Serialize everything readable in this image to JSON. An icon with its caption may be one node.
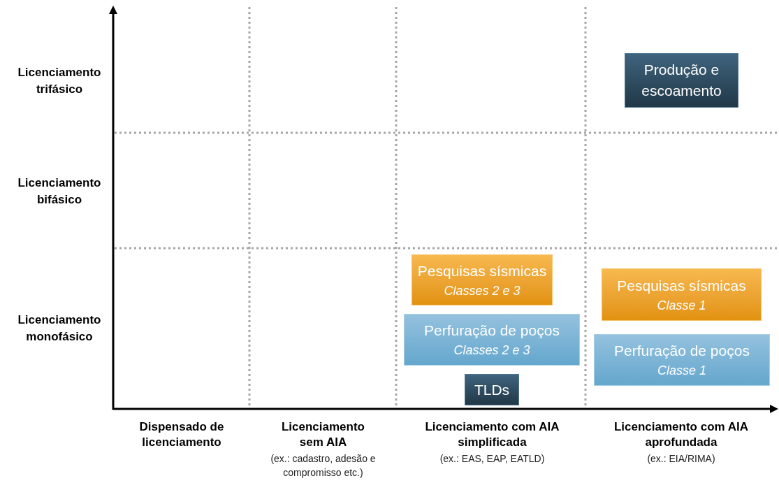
{
  "diagram": {
    "nodes": [
      {
        "text": [
          "Produção e escoamento"
        ]
      },
      {
        "text": [
          "Pesquisas sísmicas",
          "Classes 2 e 3"
        ]
      },
      {
        "text": [
          "Perfuração de poços",
          "Classes 2 e 3"
        ]
      },
      {
        "text": [
          "TLDs"
        ]
      },
      {
        "text": [
          "Pesquisas sísmicas",
          "Classe 1"
        ]
      },
      {
        "text": [
          "Perfuração de poços",
          "Classe 1"
        ]
      }
    ],
    "labels": [
      "Licenciamento trifásico",
      "Licenciamento bifásico",
      "Licenciamento monofásico",
      "Dispensado de licenciamento",
      "Licenciamento sem AIA",
      "(ex.: cadastro, adesão e compromisso etc.)",
      "Licenciamento com AIA simplificada",
      "(ex.: EAS, EAP, EATLD)",
      "Licenciamento com AIA aprofundada",
      "(ex.: EIA/RIMA)"
    ]
  }
}
